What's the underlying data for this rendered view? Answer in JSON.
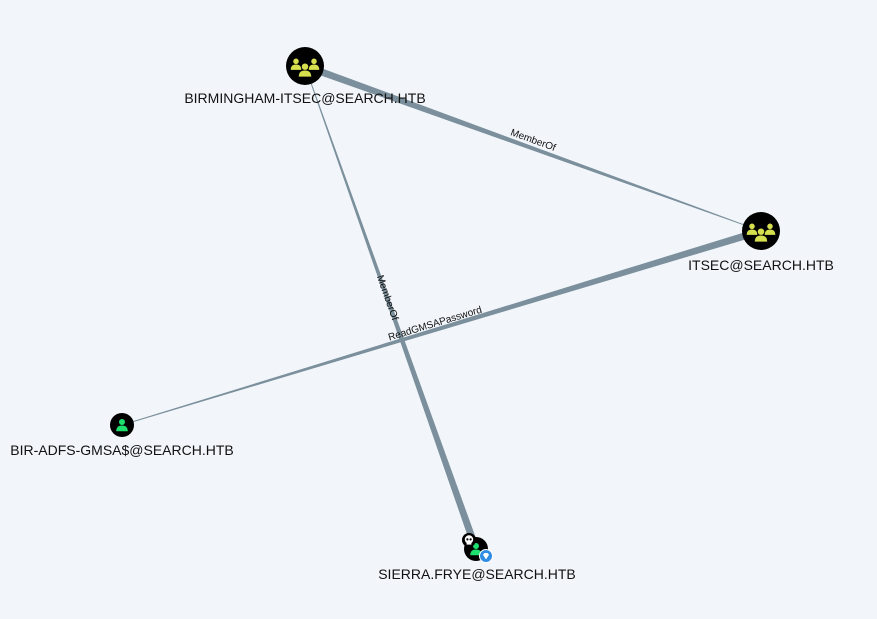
{
  "colors": {
    "background": "#f2f6fb",
    "edge": "#7b909c",
    "group_fill": "#d6e04e",
    "user_fill": "#1ee06e",
    "node_bg": "#000000",
    "badge": "#2f8de4"
  },
  "nodes": [
    {
      "id": "birmingham",
      "type": "group",
      "label": "BIRMINGHAM-ITSEC@SEARCH.HTB",
      "icon": "group-icon"
    },
    {
      "id": "itsec",
      "type": "group",
      "label": "ITSEC@SEARCH.HTB",
      "icon": "group-icon"
    },
    {
      "id": "gmsa",
      "type": "user",
      "label": "BIR-ADFS-GMSA$@SEARCH.HTB",
      "icon": "user-icon"
    },
    {
      "id": "sierra",
      "type": "user",
      "label": "SIERRA.FRYE@SEARCH.HTB",
      "icon": "user-icon",
      "badges": [
        "owned-skull-icon",
        "high-value-gem-icon"
      ]
    }
  ],
  "edges": [
    {
      "from": "birmingham",
      "to": "itsec",
      "label": "MemberOf"
    },
    {
      "from": "sierra",
      "to": "birmingham",
      "label": "MemberOf"
    },
    {
      "from": "itsec",
      "to": "gmsa",
      "label": "ReadGMSAPassword"
    }
  ]
}
